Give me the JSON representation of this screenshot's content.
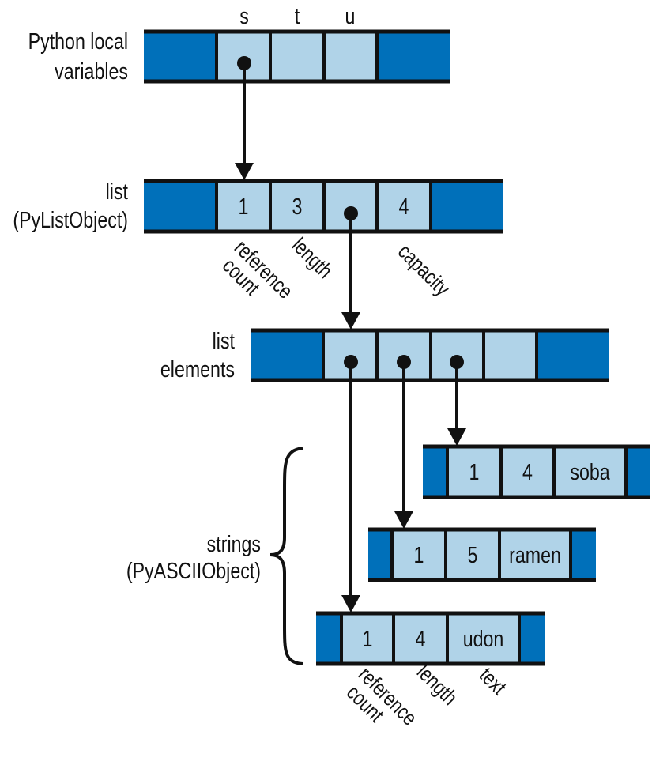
{
  "colors": {
    "header_block": "#0070BA",
    "cell": "#B0D3E8",
    "line": "#111111"
  },
  "locals": {
    "label": [
      "Python local",
      "variables"
    ],
    "names": [
      "s",
      "t",
      "u"
    ],
    "cells": [
      "",
      "",
      ""
    ]
  },
  "list_object": {
    "label": [
      "list",
      "(PyListObject)"
    ],
    "cells": [
      "1",
      "3",
      "",
      "4"
    ],
    "field_labels": [
      [
        "reference",
        "count"
      ],
      [
        "length"
      ],
      [
        "capacity"
      ]
    ]
  },
  "list_elements": {
    "label": [
      "list",
      "elements"
    ],
    "cells": [
      "",
      "",
      "",
      ""
    ]
  },
  "strings": {
    "label": [
      "strings",
      "(PyASCIIObject)"
    ],
    "items": [
      {
        "cells": [
          "1",
          "4",
          "soba"
        ]
      },
      {
        "cells": [
          "1",
          "5",
          "ramen"
        ]
      },
      {
        "cells": [
          "1",
          "4",
          "udon"
        ]
      }
    ],
    "field_labels": [
      [
        "reference",
        "count"
      ],
      [
        "length"
      ],
      [
        "text"
      ]
    ]
  }
}
